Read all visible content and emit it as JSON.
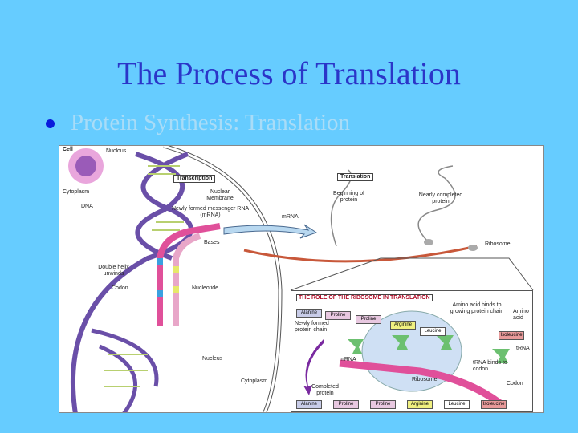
{
  "slide": {
    "title": "The Process of Translation",
    "bullet": "Protein Synthesis: Translation"
  },
  "figure": {
    "labels": {
      "cell": "Cell",
      "nucleus_top": "Nuclous",
      "cytoplasm_top": "Cytoplasm",
      "dna": "DNA",
      "transcription": "Transcription",
      "nuclear_membrane": "Nuclear Membrane",
      "new_mrna": "Newly formed messenger RNA (mRNA)",
      "mrna": "mRNA",
      "bases": "Bases",
      "double_helix": "Double helix unwinds",
      "codon": "Codon",
      "nucleotide": "Nucleotide",
      "nucleus": "Nucleus",
      "cytoplasm": "Cytoplasm",
      "translation": "Translation",
      "beginning_protein": "Beginning of protein",
      "nearly_completed": "Nearly completed protein",
      "ribosome": "Ribosome"
    },
    "inset": {
      "title": "THE ROLE OF THE RIBOSOME IN TRANSLATION",
      "amino_binds": "Amino acid binds to growing protein chain",
      "amino_acid": "Amino acid",
      "trna": "tRNA",
      "new_chain": "Newly formed protein chain",
      "mrna": "mRNA",
      "trna_binds": "tRNA binds to codon",
      "ribosome": "Ribosome",
      "codon": "Codon",
      "completed": "Completed protein",
      "growing_chain": [
        "Alanine",
        "Proline",
        "Proline",
        "Arginine",
        "Leucine",
        "Isoleucine"
      ],
      "completed_chain": [
        "Alanine",
        "Proline",
        "Proline",
        "Arginine",
        "Leucine",
        "Isoleucine"
      ]
    }
  },
  "colors": {
    "background": "#66ccff",
    "title": "#2b35c8",
    "bullet": "#0a1adc"
  }
}
